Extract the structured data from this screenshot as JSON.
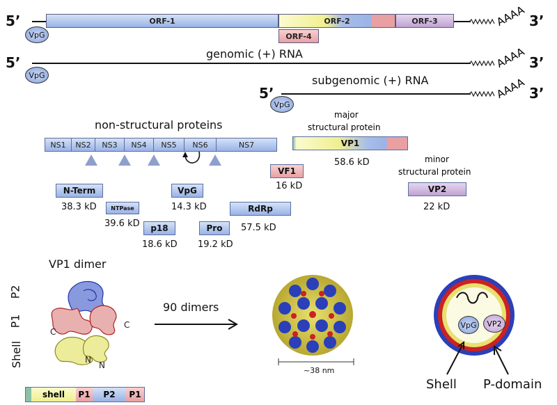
{
  "primes": {
    "five": "5’",
    "three": "3’"
  },
  "polyA": "AAAA",
  "vpg": "VpG",
  "orfs": {
    "orf1": "ORF-1",
    "orf2": "ORF-2",
    "orf3": "ORF-3",
    "orf4": "ORF-4"
  },
  "genomic_label": "genomic (+) RNA",
  "subgenomic_label": "subgenomic (+) RNA",
  "nonstructural_title": "non-structural proteins",
  "ns_segments": [
    "NS1",
    "NS2",
    "NS3",
    "NS4",
    "NS5",
    "NS6",
    "NS7"
  ],
  "major_title_1": "major",
  "major_title_2": "structural protein",
  "minor_title_1": "minor",
  "minor_title_2": "structural protein",
  "proteins": {
    "vp1": {
      "name": "VP1",
      "kd": "58.6 kD"
    },
    "vf1": {
      "name": "VF1",
      "kd": "16 kD"
    },
    "vp2": {
      "name": "VP2",
      "kd": "22 kD"
    },
    "nterm": {
      "name": "N-Term",
      "kd": "38.3 kD"
    },
    "ntpase": {
      "name": "NTPase",
      "kd": "39.6 kD"
    },
    "vpg": {
      "name": "VpG",
      "kd": "14.3 kD"
    },
    "p18": {
      "name": "p18",
      "kd": "18.6 kD"
    },
    "pro": {
      "name": "Pro",
      "kd": "19.2 kD"
    },
    "rdrp": {
      "name": "RdRp",
      "kd": "57.5 kD"
    }
  },
  "dimer_title": "VP1 dimer",
  "domain_labels": {
    "p2": "P2",
    "p1": "P1",
    "shell": "Shell"
  },
  "chain_labels": {
    "c": "C",
    "n": "N"
  },
  "arrow_label": "90 dimers",
  "scale_label": "~38 nm",
  "bar_segments": {
    "shell": "shell",
    "p1a": "P1",
    "p2": "P2",
    "p1b": "P1"
  },
  "capsid_labels": {
    "vpg": "VpG",
    "vp2": "VP2",
    "shell": "Shell",
    "pdomain": "P-domain"
  },
  "colors": {
    "blue": "#9ab3e6",
    "pink": "#e8a0a3",
    "purple": "#c0a2d2",
    "yellow": "#f0ef90",
    "capsid_red": "#cc2222",
    "capsid_blue": "#2b3fb8"
  }
}
